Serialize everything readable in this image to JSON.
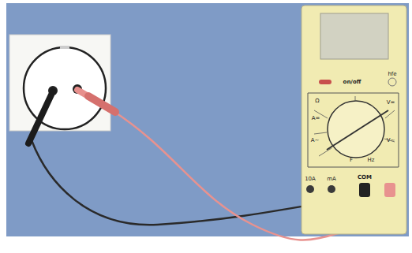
{
  "diagram": {
    "labels": [
      "on/off",
      "hfe",
      "Ω",
      "A=",
      "A~",
      "V=",
      "V~",
      "F",
      "Hz",
      "10A",
      "mA",
      "COM"
    ]
  }
}
